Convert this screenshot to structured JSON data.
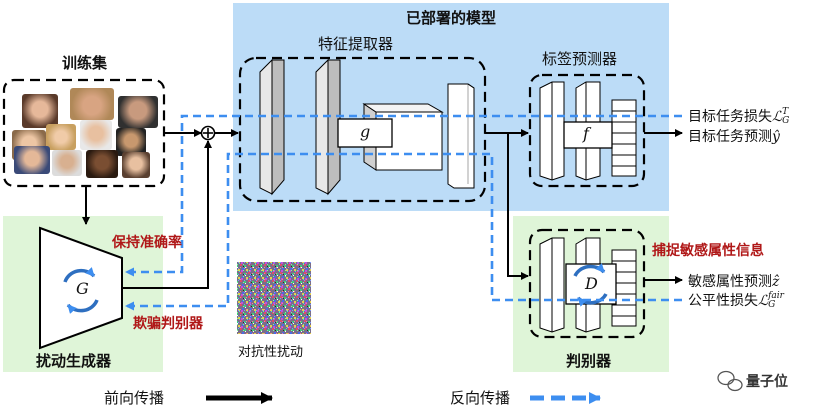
{
  "deployed_model": "已部署的模型",
  "feature_extractor": "特征提取器",
  "label_predictor": "标签预测器",
  "training_set": "训练集",
  "g_symbol": "g",
  "f_symbol": "f",
  "D_symbol": "D",
  "G_symbol": "G",
  "target_task_loss": "目标任务损失",
  "target_task_loss_symbol": "ℒ",
  "target_task_loss_sup": "T",
  "target_task_loss_sub": "G",
  "target_task_pred": "目标任务预测",
  "target_task_pred_symbol": "ŷ",
  "keep_accuracy": "保持准确率",
  "capture_sensitive": "捕捉敏感属性信息",
  "sensitive_pred": "敏感属性预测",
  "sensitive_pred_symbol": "ẑ",
  "fairness_loss": "公平性损失",
  "fairness_loss_symbol": "ℒ",
  "fairness_loss_sup": "fair",
  "fairness_loss_sub": "G",
  "deceive_discriminator": "欺骗判别器",
  "adversarial_perturbation": "对抗性扰动",
  "perturbation_generator": "扰动生成器",
  "discriminator": "判别器",
  "forward_propagation": "前向传播",
  "backward_propagation": "反向传播",
  "watermark": "量子位",
  "colors": {
    "blue_panel": "#bcdcf7",
    "green_panel": "#dff5d8",
    "dashed_arrow": "#3d8ef0",
    "red_text": "#b01818"
  }
}
